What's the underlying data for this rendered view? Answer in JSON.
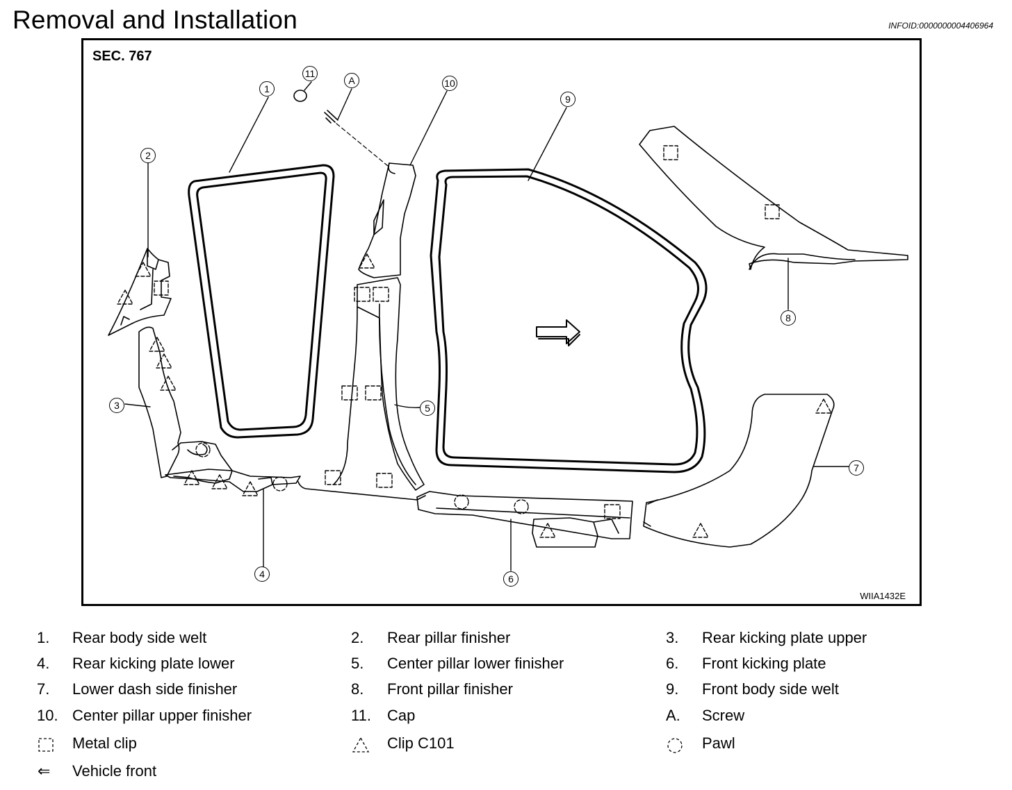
{
  "header": {
    "title": "Removal and Installation",
    "info_id": "INFOID:0000000004406964"
  },
  "figure": {
    "section": "SEC. 767",
    "code": "WIIA1432E",
    "callouts": [
      "1",
      "2",
      "3",
      "4",
      "5",
      "6",
      "7",
      "8",
      "9",
      "10",
      "11",
      "A"
    ]
  },
  "legend": {
    "rows": [
      [
        {
          "num": "1.",
          "text": "Rear body side welt"
        },
        {
          "num": "2.",
          "text": "Rear pillar finisher"
        },
        {
          "num": "3.",
          "text": "Rear kicking plate upper"
        }
      ],
      [
        {
          "num": "4.",
          "text": "Rear kicking plate lower"
        },
        {
          "num": "5.",
          "text": "Center pillar lower finisher"
        },
        {
          "num": "6.",
          "text": "Front kicking plate"
        }
      ],
      [
        {
          "num": "7.",
          "text": "Lower dash side finisher"
        },
        {
          "num": "8.",
          "text": "Front pillar finisher"
        },
        {
          "num": "9.",
          "text": "Front body side welt"
        }
      ],
      [
        {
          "num": "10.",
          "text": "Center pillar upper finisher"
        },
        {
          "num": "11.",
          "text": "Cap"
        },
        {
          "num": "A.",
          "text": "Screw"
        }
      ]
    ],
    "symbols": [
      {
        "icon": "metal-clip-icon",
        "text": "Metal clip"
      },
      {
        "icon": "clip-c101-icon",
        "text": "Clip C101"
      },
      {
        "icon": "pawl-icon",
        "text": "Pawl"
      }
    ],
    "front": {
      "icon": "vehicle-front-arrow-icon",
      "symbol": "⇐",
      "text": "Vehicle front"
    }
  }
}
